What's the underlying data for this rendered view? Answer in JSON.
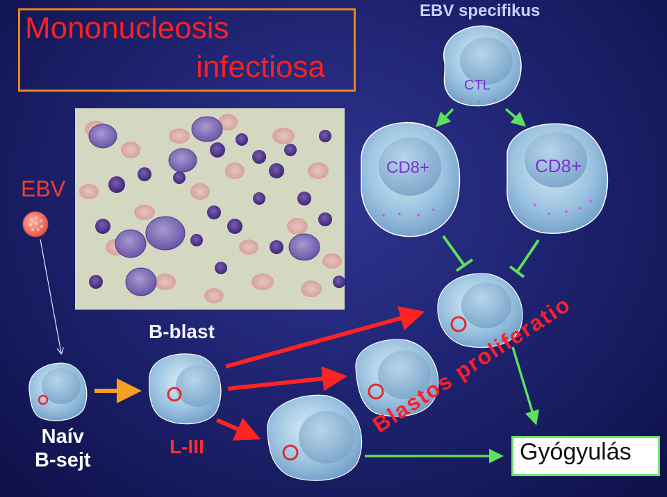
{
  "title": {
    "line1": "Mononucleosis",
    "line2": "infectiosa"
  },
  "labels": {
    "ebv_specifikus": "EBV specifikus",
    "ctl": "CTL",
    "cd8_left": "CD8+",
    "cd8_right": "CD8+",
    "ebv": "EBV",
    "b_blast": "B-blast",
    "naiv_line1": "Naív",
    "naiv_line2": "B-sejt",
    "l_iii": "L-III",
    "blastos_proliferatio": "Blastos proliferatio",
    "gyogyulas": "Gyógyulás"
  },
  "colors": {
    "title_red": "#ff2020",
    "frame_orange": "#e8851a",
    "arrow_red": "#ff2424",
    "arrow_green": "#5ee05a",
    "arrow_orange": "#f5a020",
    "cd8_purple": "#7b2fd6"
  }
}
